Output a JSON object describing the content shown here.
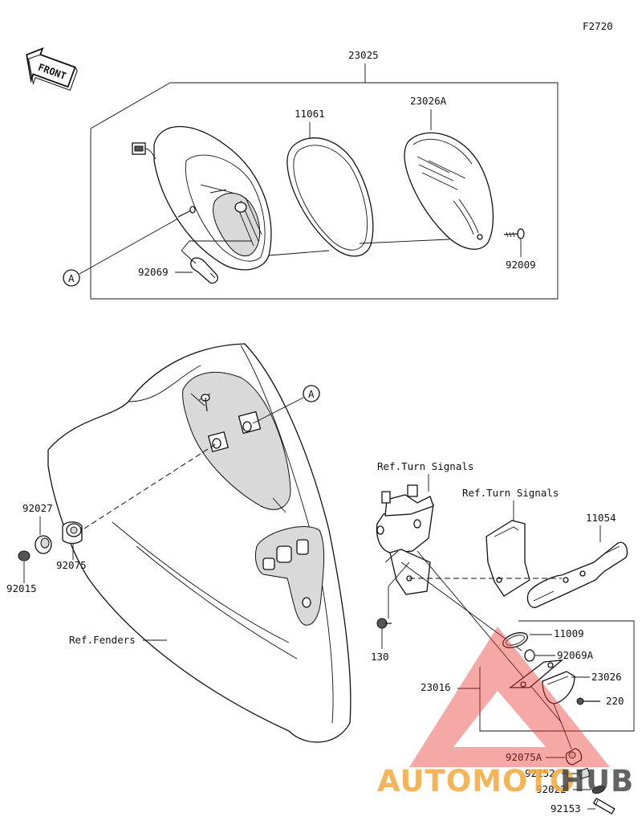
{
  "figure_code": "F2720",
  "front_label": "FRONT",
  "assembly_box_number": "23025",
  "callouts": {
    "lens_gasket": "11061",
    "lens": "23026A",
    "bulb_upper": "92069",
    "screw_upper": "92009",
    "ref_a_upper": "A",
    "ref_a_lower": "A",
    "ref_turn_signals_1": "Ref.Turn Signals",
    "ref_turn_signals_2": "Ref.Turn Signals",
    "bracket_plate": "11054",
    "grommet_top": "92027",
    "grommet": "92075",
    "nut": "92015",
    "ref_fenders": "Ref.Fenders",
    "bolt_130": "130",
    "gasket_11009": "11009",
    "bulb_92069a": "92069A",
    "license_lamp": "23026",
    "screw_220": "220",
    "lamp_assy": "23016",
    "grommet_92075a": "92075A",
    "spacer_92152": "92152",
    "washer_92022": "92022",
    "bolt_92153": "92153"
  },
  "watermark": {
    "brand_part1": "AUTOMOTO",
    "brand_part2": "HUB",
    "colors": {
      "triangle": "#e8312a",
      "auto": "#f2a93b",
      "hub": "#3d3d3d"
    }
  }
}
